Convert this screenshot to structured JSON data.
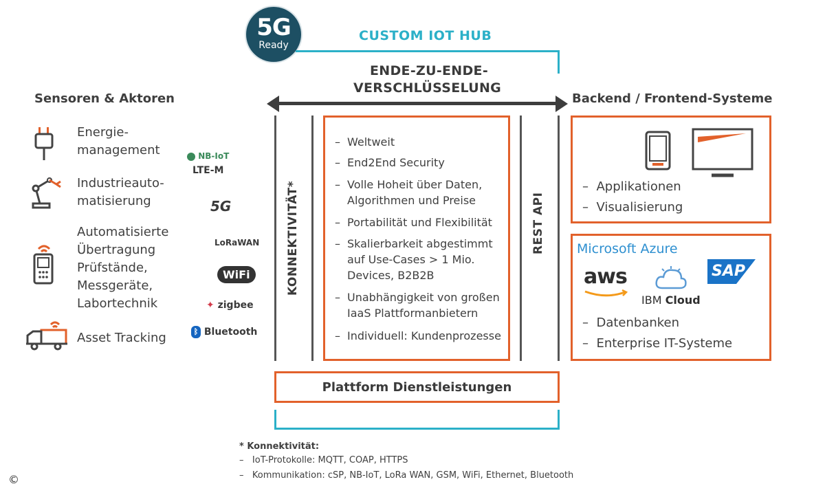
{
  "badge": {
    "big": "5G",
    "small": "Ready"
  },
  "hub_title": "CUSTOM IOT HUB",
  "center_heading": {
    "line1": "ENDE-ZU-ENDE-",
    "line2": "VERSCHLÜSSELUNG"
  },
  "left": {
    "title": "Sensoren & Aktoren",
    "items": [
      {
        "icon": "plug-icon",
        "lines": [
          "Energie-",
          "management"
        ]
      },
      {
        "icon": "robot-arm-icon",
        "lines": [
          "Industrieauto-",
          "matisierung"
        ]
      },
      {
        "icon": "handheld-device-icon",
        "lines": [
          "Automatisierte",
          "Übertragung",
          "Prüfstände,",
          "Messgeräte,",
          "Labortechnik"
        ]
      },
      {
        "icon": "truck-icon",
        "lines": [
          "Asset Tracking"
        ]
      }
    ]
  },
  "tech_logos": {
    "nbiot": "NB-IoT",
    "lte": "LTE-M",
    "fiveg": "5G",
    "lorawan": "LoRaWAN",
    "wifi": "WiFi",
    "zigbee": "zigbee",
    "bluetooth": "Bluetooth"
  },
  "konnektivitaet_label": "KONNEKTIVITÄT*",
  "rest_api_label": "REST API",
  "center_items": [
    [
      "Weltweit"
    ],
    [
      "End2End Security"
    ],
    [
      "Volle Hoheit über Daten,",
      "Algorithmen und Preise"
    ],
    [
      "Portabilität und Flexibilität"
    ],
    [
      "Skalierbarkeit abgestimmt",
      "auf Use-Cases > 1 Mio.",
      "Devices, B2B2B"
    ],
    [
      "Unabhängigkeit von großen",
      "IaaS Plattformanbietern"
    ],
    [
      "Individuell: Kundenprozesse"
    ]
  ],
  "platform_label": "Plattform Dienstleistungen",
  "right": {
    "title": "Backend / Frontend-Systeme",
    "app_items": [
      "Applikationen",
      "Visualisierung"
    ],
    "cloud": {
      "azure": "Microsoft Azure",
      "aws": "aws",
      "ibm_a": "IBM",
      "ibm_b": "Cloud",
      "sap": "SAP"
    },
    "db_items": [
      "Datenbanken",
      "Enterprise IT-Systeme"
    ]
  },
  "footnote": {
    "title": "* Konnektivität:",
    "lines": [
      "IoT-Protokolle: MQTT, COAP, HTTPS",
      "Kommunikation: cSP, NB-IoT, LoRa WAN, GSM, WiFi, Ethernet, Bluetooth"
    ]
  },
  "copyright": "©",
  "colors": {
    "orange": "#e2612b",
    "cyan": "#2bb0c8",
    "badge": "#1d4f63"
  }
}
